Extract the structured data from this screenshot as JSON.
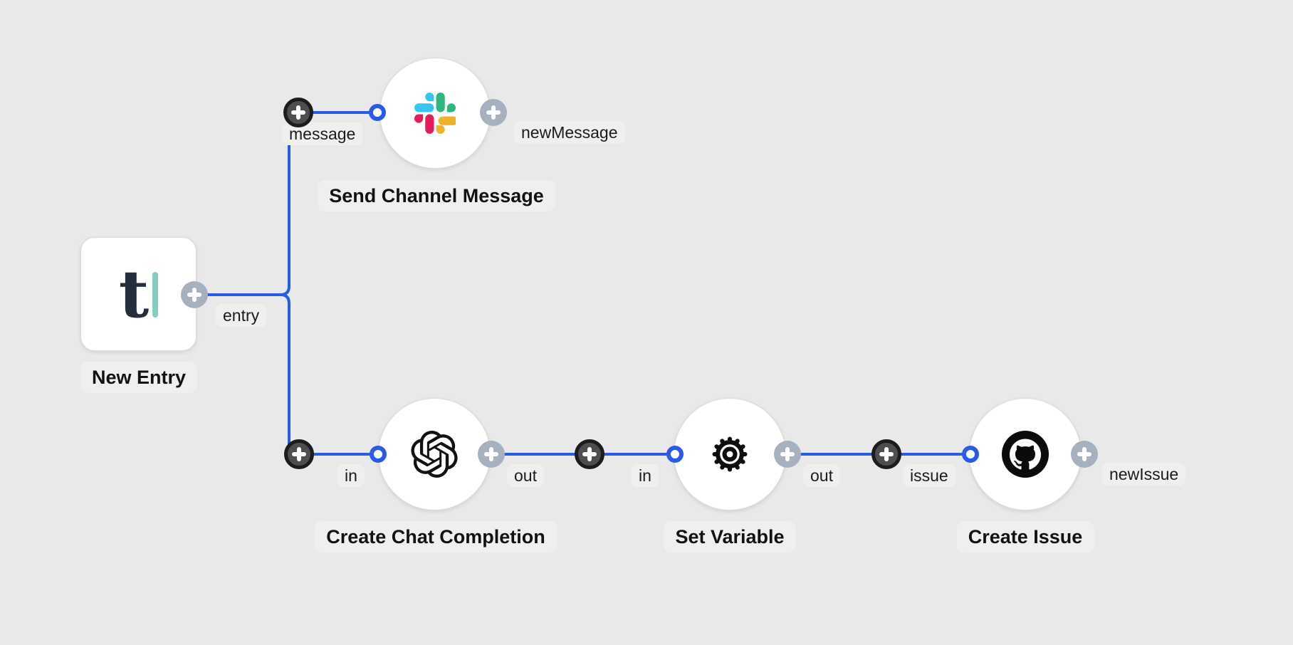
{
  "canvas": {
    "kind": "workflow-editor-canvas",
    "background_color": "#e9e9e9",
    "edge_color": "#2a5ae8",
    "label_background_color": "#efefef",
    "dark_plus_color": "#4e4e4e",
    "light_plus_color": "#a6b0be"
  },
  "nodes": [
    {
      "id": "new-entry",
      "title": "New Entry",
      "icon": "tally-icon",
      "output_label": "entry"
    },
    {
      "id": "send-channel-message",
      "title": "Send Channel Message",
      "icon": "slack-icon",
      "input_label": "message",
      "output_label": "newMessage"
    },
    {
      "id": "create-chat-completion",
      "title": "Create Chat Completion",
      "icon": "openai-icon",
      "input_label": "in",
      "output_label": "out"
    },
    {
      "id": "set-variable",
      "title": "Set Variable",
      "icon": "gear-icon",
      "input_label": "in",
      "output_label": "out"
    },
    {
      "id": "create-issue",
      "title": "Create Issue",
      "icon": "github-icon",
      "input_label": "issue",
      "output_label": "newIssue"
    }
  ],
  "logo": {
    "tally_glyph": "t"
  },
  "brand_colors": {
    "slack": [
      "#36C5F0",
      "#2EB67D",
      "#E01E5A",
      "#ECB22E"
    ],
    "tally_teal": "#83cdc1",
    "tally_dark": "#252f3b",
    "openai_black": "#111111",
    "github_black": "#0b0b0b"
  }
}
